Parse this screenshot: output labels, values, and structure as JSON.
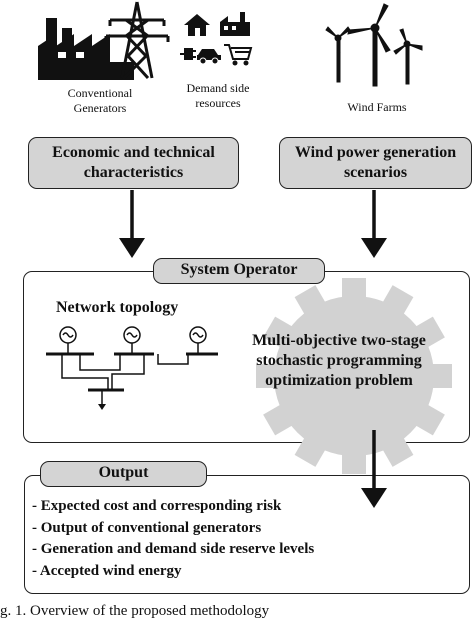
{
  "sources": {
    "conventional": "Conventional\nGenerators",
    "demand_side": "Demand side\nresources",
    "wind_farms": "Wind Farms"
  },
  "inputs": {
    "economic_line1": "Economic and technical",
    "economic_line2": "characteristics",
    "wind_line1": "Wind power generation",
    "wind_line2": "scenarios"
  },
  "system_operator": {
    "title": "System Operator",
    "network_topology": "Network topology",
    "problem_line1": "Multi-objective two-stage",
    "problem_line2": "stochastic programming",
    "problem_line3": "optimization problem"
  },
  "output": {
    "title": "Output",
    "items": [
      "- Expected cost and corresponding risk",
      "- Output of conventional generators",
      "- Generation and demand side reserve levels",
      "- Accepted wind energy"
    ]
  },
  "caption": "g. 1. Overview of the proposed methodology"
}
